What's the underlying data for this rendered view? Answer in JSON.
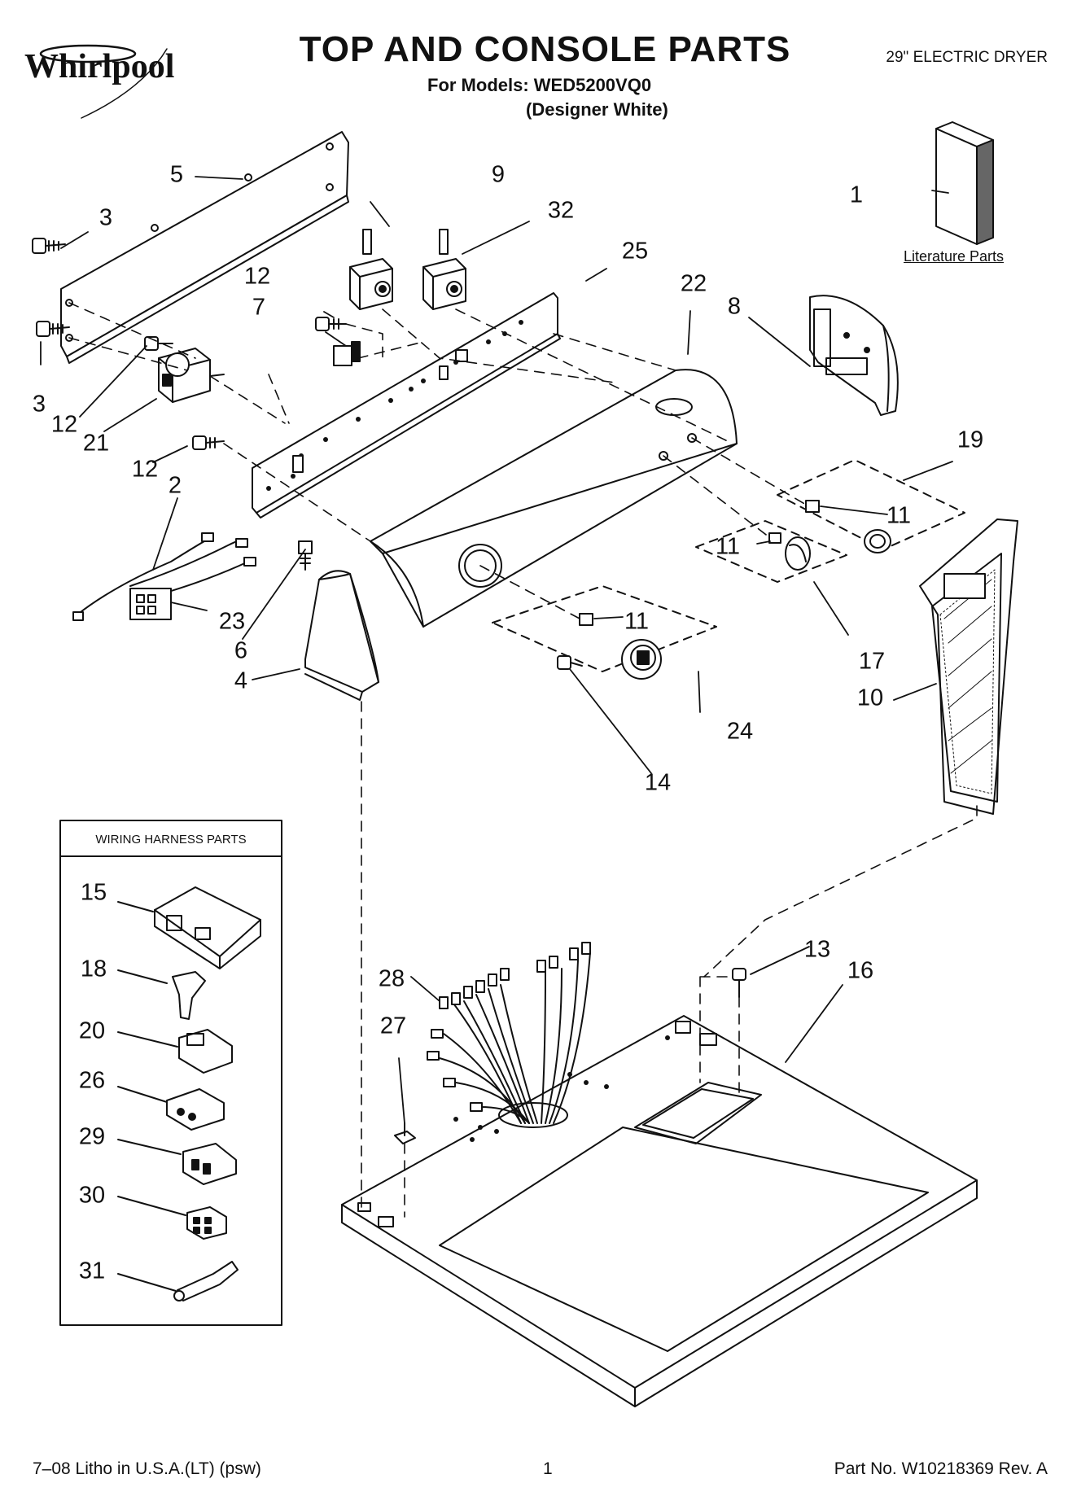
{
  "brand": "Whirlpool",
  "header": {
    "title": "TOP AND CONSOLE PARTS",
    "models": "For Models: WED5200VQ0",
    "color": "(Designer White)",
    "product": "29\" ELECTRIC DRYER"
  },
  "literature_label": "Literature Parts",
  "wiring_harness": {
    "title": "WIRING HARNESS PARTS",
    "items": [
      "15",
      "18",
      "20",
      "26",
      "29",
      "30",
      "31"
    ]
  },
  "callouts": [
    "1",
    "2",
    "3",
    "3",
    "4",
    "5",
    "6",
    "7",
    "8",
    "9",
    "10",
    "11",
    "11",
    "11",
    "12",
    "12",
    "12",
    "13",
    "14",
    "16",
    "17",
    "19",
    "21",
    "22",
    "23",
    "24",
    "25",
    "27",
    "28",
    "32"
  ],
  "footer": {
    "left": "7–08 Litho in U.S.A.(LT) (psw)",
    "page": "1",
    "part_no": "Part No. W10218369 Rev. A"
  }
}
